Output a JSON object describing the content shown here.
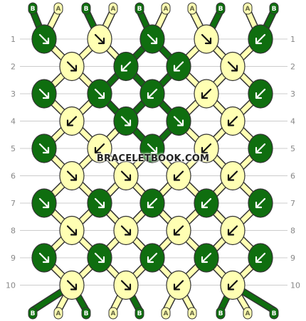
{
  "site_watermark": "BRACELETBOOK.COM",
  "colors": {
    "A": "#ffffb3",
    "B": "#0f6e0f",
    "grid": "#cccccc",
    "outline": "#333333",
    "label_text_A": "#666644",
    "label_text_B": "#ffffff"
  },
  "strands_top": [
    "B",
    "A",
    "B",
    "A",
    "B",
    "A",
    "A",
    "B",
    "A",
    "B"
  ],
  "strands_bottom": [
    "B",
    "A",
    "B",
    "A",
    "B",
    "A",
    "A",
    "B",
    "A",
    "B"
  ],
  "row_numbers": [
    "1",
    "2",
    "3",
    "4",
    "5",
    "6",
    "7",
    "8",
    "9",
    "10"
  ],
  "knots": [
    [
      {
        "color": "B",
        "arrow": "se"
      },
      {
        "color": "A",
        "arrow": "se"
      },
      {
        "color": "B",
        "arrow": "se"
      },
      {
        "color": "A",
        "arrow": "se"
      },
      {
        "color": "B",
        "arrow": "sw"
      }
    ],
    [
      {
        "color": "A",
        "arrow": "se"
      },
      {
        "color": "B",
        "arrow": "sw"
      },
      {
        "color": "B",
        "arrow": "sw"
      },
      {
        "color": "A",
        "arrow": "se"
      }
    ],
    [
      {
        "color": "B",
        "arrow": "se"
      },
      {
        "color": "B",
        "arrow": "se"
      },
      {
        "color": "B",
        "arrow": "sw"
      },
      {
        "color": "A",
        "arrow": "sw"
      },
      {
        "color": "B",
        "arrow": "sw"
      }
    ],
    [
      {
        "color": "A",
        "arrow": "sw"
      },
      {
        "color": "B",
        "arrow": "se"
      },
      {
        "color": "B",
        "arrow": "se"
      },
      {
        "color": "A",
        "arrow": "sw"
      }
    ],
    [
      {
        "color": "B",
        "arrow": "se"
      },
      {
        "color": "A",
        "arrow": "sw"
      },
      {
        "color": "B",
        "arrow": "se"
      },
      {
        "color": "A",
        "arrow": "sw"
      },
      {
        "color": "B",
        "arrow": "sw"
      }
    ],
    [
      {
        "color": "A",
        "arrow": "se"
      },
      {
        "color": "A",
        "arrow": "se"
      },
      {
        "color": "A",
        "arrow": "sw"
      },
      {
        "color": "A",
        "arrow": "sw"
      }
    ],
    [
      {
        "color": "B",
        "arrow": "se"
      },
      {
        "color": "B",
        "arrow": "se"
      },
      {
        "color": "B",
        "arrow": "sw"
      },
      {
        "color": "B",
        "arrow": "sw"
      },
      {
        "color": "B",
        "arrow": "sw"
      }
    ],
    [
      {
        "color": "A",
        "arrow": "se"
      },
      {
        "color": "A",
        "arrow": "se"
      },
      {
        "color": "A",
        "arrow": "sw"
      },
      {
        "color": "A",
        "arrow": "sw"
      }
    ],
    [
      {
        "color": "B",
        "arrow": "se"
      },
      {
        "color": "B",
        "arrow": "se"
      },
      {
        "color": "B",
        "arrow": "sw"
      },
      {
        "color": "B",
        "arrow": "sw"
      },
      {
        "color": "B",
        "arrow": "sw"
      }
    ],
    [
      {
        "color": "A",
        "arrow": "se"
      },
      {
        "color": "A",
        "arrow": "se"
      },
      {
        "color": "A",
        "arrow": "sw"
      },
      {
        "color": "A",
        "arrow": "sw"
      }
    ]
  ]
}
